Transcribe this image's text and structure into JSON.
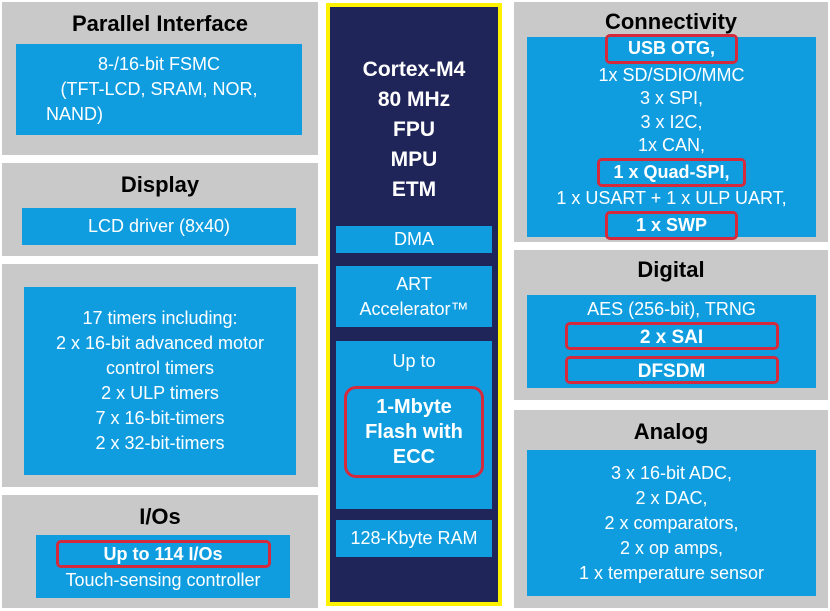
{
  "parallel": {
    "title": "Parallel Interface",
    "lines": [
      "8-/16-bit FSMC",
      "(TFT-LCD, SRAM, NOR,",
      "NAND)"
    ]
  },
  "display": {
    "title": "Display",
    "lines": [
      "LCD driver (8x40)"
    ]
  },
  "timers": {
    "lines": [
      "17 timers including:",
      "2 x 16-bit advanced motor",
      "control timers",
      "2 x ULP timers",
      "7 x 16-bit-timers",
      "2 x 32-bit-timers"
    ]
  },
  "ios": {
    "title": "I/Os",
    "highlight": "Up to 114 I/Os",
    "lines": [
      "Touch-sensing controller"
    ]
  },
  "core": {
    "lines": [
      "Cortex-M4",
      "80 MHz",
      "FPU",
      "MPU",
      "ETM"
    ],
    "dma": "DMA",
    "art": [
      "ART",
      "Accelerator™"
    ],
    "flash_prefix": "Up to",
    "flash": [
      "1-Mbyte",
      "Flash with",
      "ECC"
    ],
    "ram": "128-Kbyte RAM"
  },
  "connectivity": {
    "title": "Connectivity",
    "lines": [
      "USB OTG,",
      "1x SD/SDIO/MMC",
      "3 x SPI,",
      "3 x I2C,",
      "1x CAN,",
      "1 x Quad-SPI,",
      "1 x USART + 1 x ULP UART,",
      "1 x SWP"
    ]
  },
  "digital": {
    "title": "Digital",
    "lines": [
      "AES (256-bit), TRNG",
      "2 x SAI",
      "DFSDM"
    ]
  },
  "analog": {
    "title": "Analog",
    "lines": [
      "3 x 16-bit ADC,",
      "2 x DAC,",
      "2 x comparators,",
      "2 x op amps,",
      "1 x temperature sensor"
    ]
  },
  "colors": {
    "gray": "#c9c9c9",
    "blue": "#0f9de0",
    "navy": "#1f2459",
    "yellow": "#fff200",
    "highlight": "#d42a3c"
  }
}
